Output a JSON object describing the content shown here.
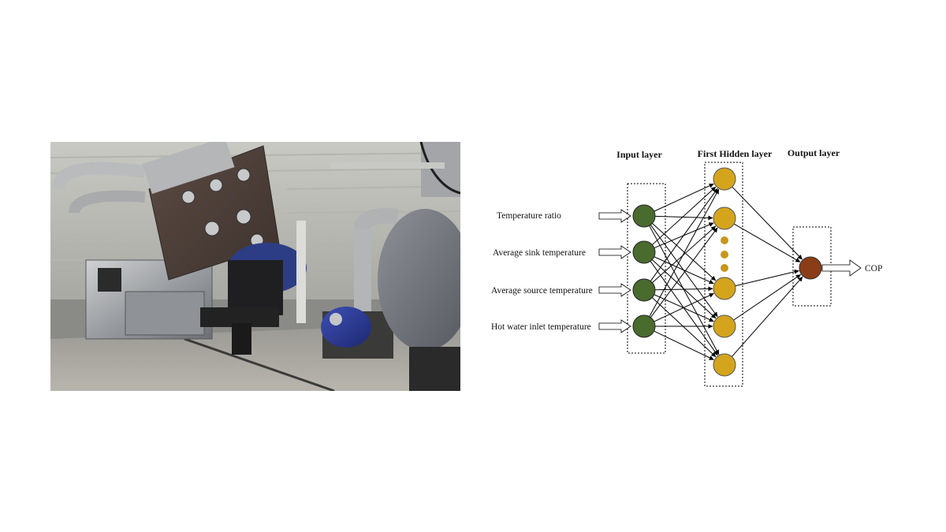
{
  "photo": {
    "subject": "heat-pump-compressor-photo"
  },
  "diagram": {
    "layers": [
      {
        "title": "Input layer"
      },
      {
        "title": "First Hidden layer"
      },
      {
        "title": "Output layer"
      }
    ],
    "inputs": [
      "Temperature ratio",
      "Average sink temperature",
      "Average source temperature",
      "Hot water inlet temperature"
    ],
    "output": "COP",
    "colors": {
      "input_node": "#4a6b2e",
      "hidden_node": "#d4a51c",
      "output_node": "#8b3d17",
      "edge": "#000000"
    }
  }
}
